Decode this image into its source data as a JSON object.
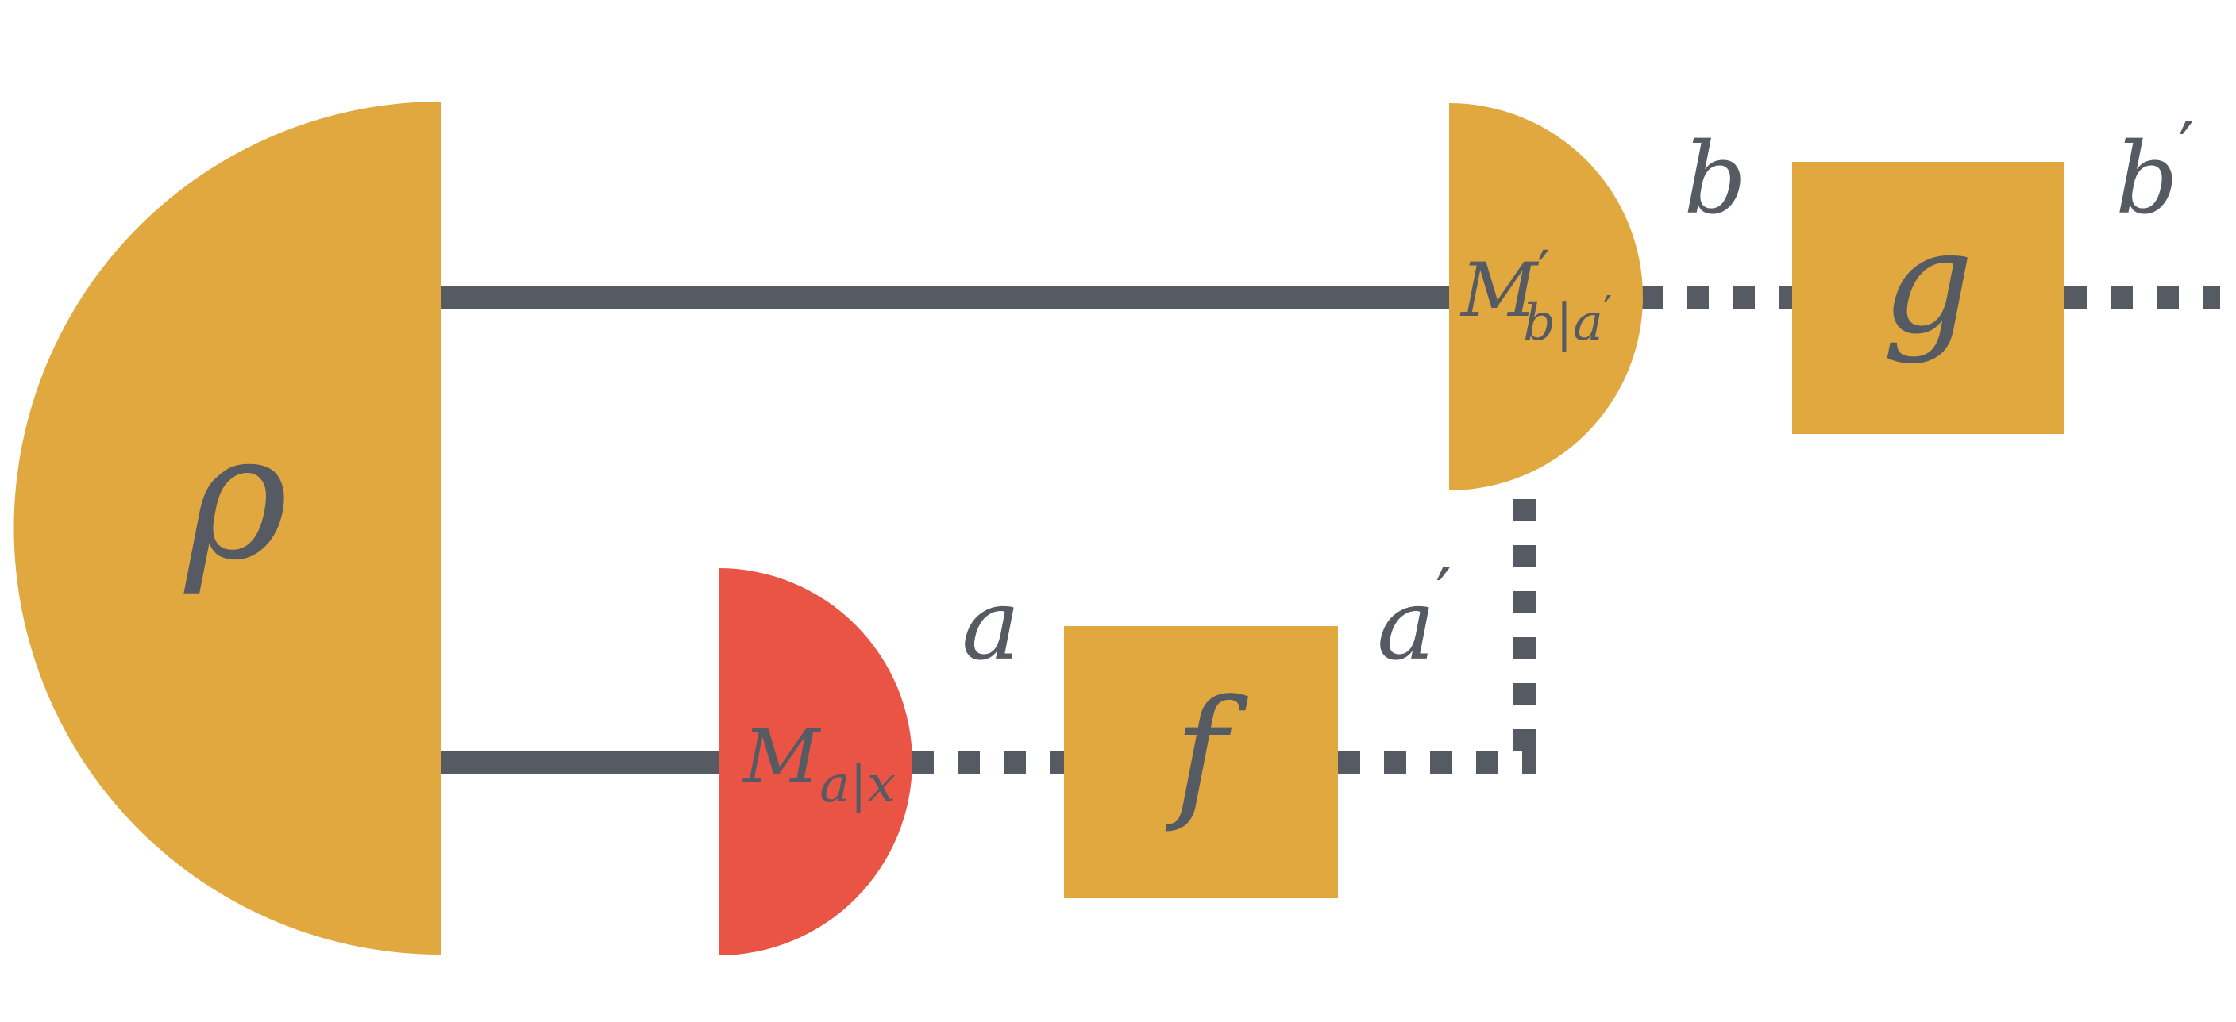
{
  "colors": {
    "state_fill": "#E0A83E",
    "measurement_alice_fill": "#EA5445",
    "measurement_bob_fill": "#E0A83E",
    "box_fill": "#E0A83E",
    "wire": "#555A63",
    "label": "#555A63"
  },
  "labels": {
    "rho": "ρ",
    "m_alice": {
      "base": "M",
      "sub_outcome": "a",
      "sub_bar": "|",
      "sub_setting": "x"
    },
    "m_bob": {
      "base": "M",
      "prime": "′",
      "sub_outcome": "b",
      "sub_bar": "|",
      "sub_setting": "a",
      "sub_setting_prime": "′"
    },
    "f": "f",
    "g": "g",
    "a": "a",
    "a_prime": {
      "base": "a",
      "prime": "′"
    },
    "b": "b",
    "b_prime": {
      "base": "b",
      "prime": "′"
    }
  }
}
